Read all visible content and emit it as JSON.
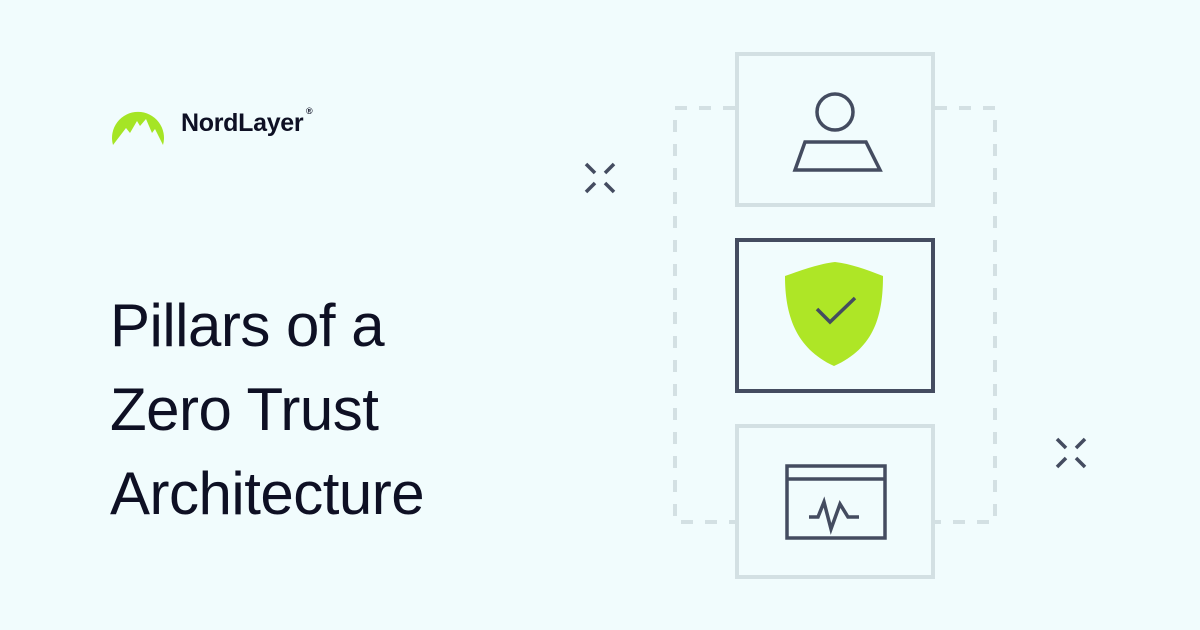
{
  "brand": {
    "name": "NordLayer",
    "registered_mark": "®",
    "accent_color": "#a5e525",
    "text_color": "#0e1024"
  },
  "headline": {
    "lines": [
      "Pillars of a",
      "Zero Trust",
      "Architecture"
    ]
  },
  "diagram": {
    "pillars": [
      {
        "name": "user",
        "icon": "user-icon",
        "state": "inactive"
      },
      {
        "name": "security",
        "icon": "shield-check-icon",
        "state": "active"
      },
      {
        "name": "monitoring",
        "icon": "activity-window-icon",
        "state": "inactive"
      }
    ],
    "colors": {
      "active_border": "#444c60",
      "inactive_border": "#d3e0e3",
      "dashed_frame": "#d3e0e3",
      "icon_stroke": "#444c60",
      "shield_fill": "#aee626",
      "background": "#f1fcfd"
    }
  }
}
